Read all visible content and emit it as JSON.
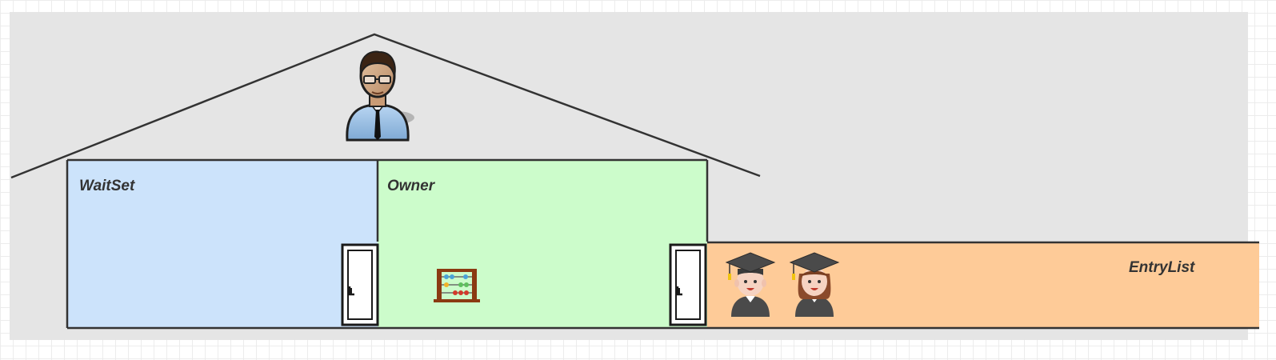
{
  "diagram": {
    "regions": {
      "waitset": {
        "label": "WaitSet",
        "color": "#cce3fb"
      },
      "owner": {
        "label": "Owner",
        "color": "#ccfccb"
      },
      "entrylist": {
        "label": "EntryList",
        "color": "#fecb98"
      }
    },
    "background_panel_color": "#e5e5e5",
    "outline_color": "#333333",
    "icons": {
      "roof_person": "manager-person-icon",
      "owner_door": "door-icon",
      "exit_door": "door-icon",
      "owner_item": "abacus-icon",
      "entry_students": [
        "male-graduate-icon",
        "female-graduate-icon"
      ]
    }
  }
}
